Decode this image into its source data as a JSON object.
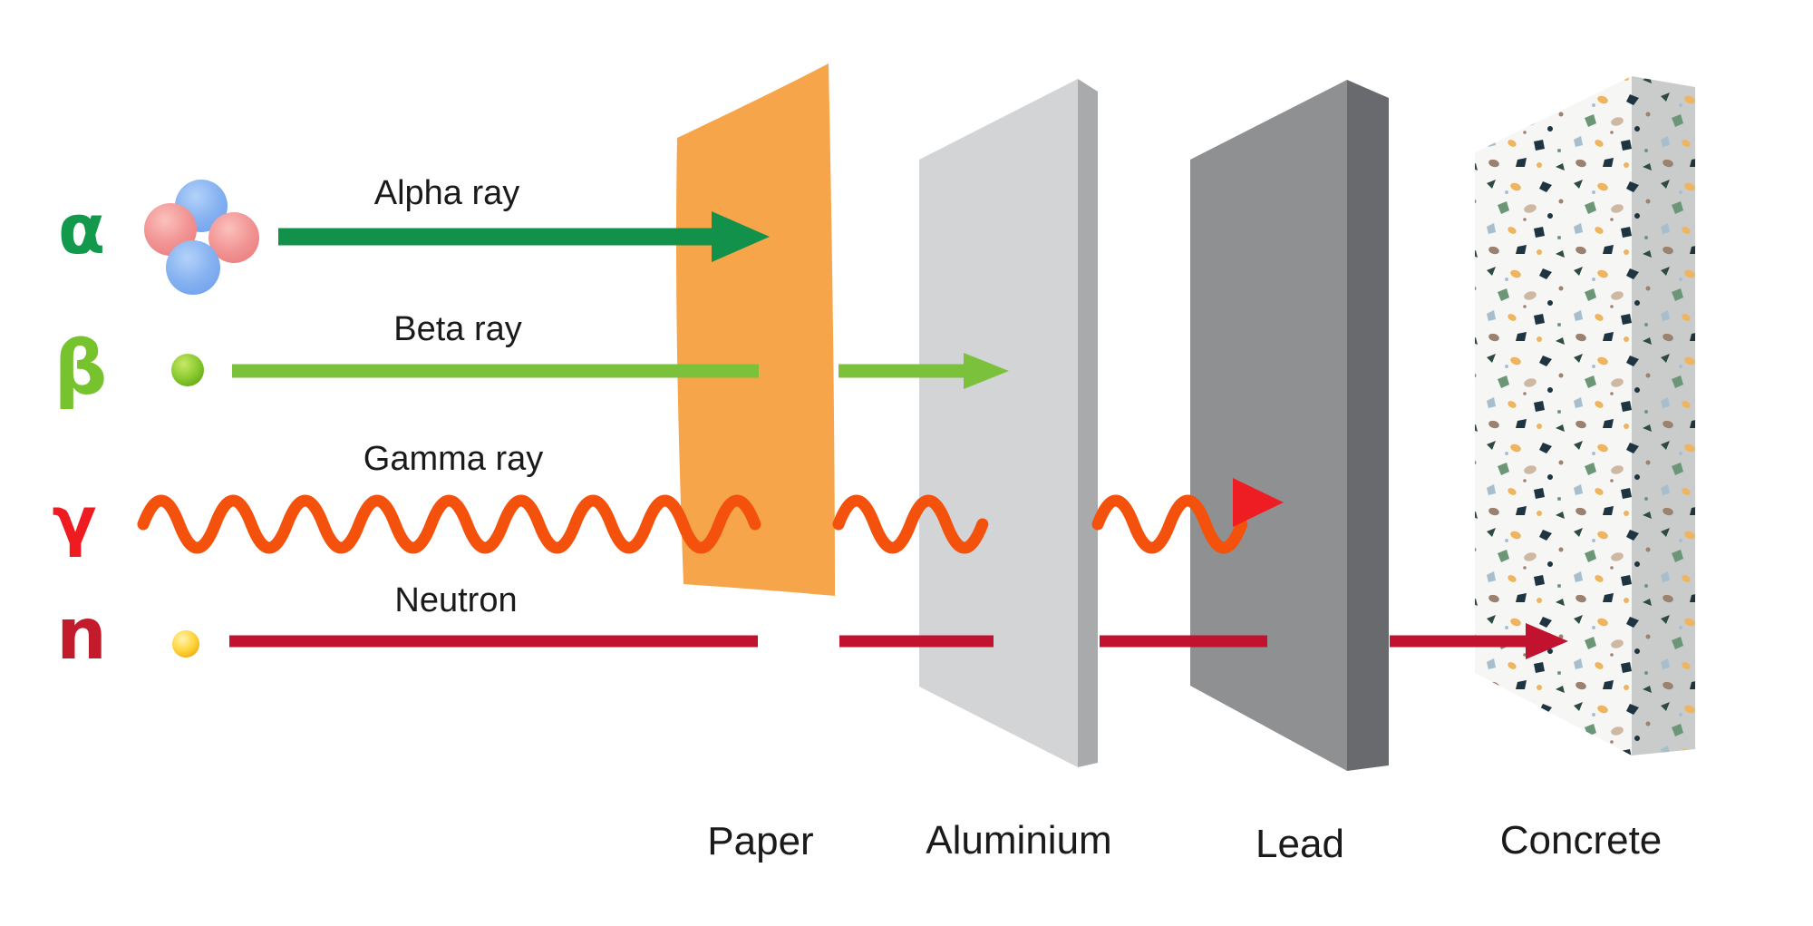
{
  "diagram": {
    "background": "#ffffff",
    "text_color": "#1a1a1a",
    "description_depicted": "Penetrating power of radiation types through shielding materials"
  },
  "rays": [
    {
      "symbol": "α",
      "symbol_color": "#12994C",
      "label": "Alpha ray",
      "color": "#12914B",
      "stopped_by": "Paper"
    },
    {
      "symbol": "β",
      "symbol_color": "#76C32E",
      "label": "Beta ray",
      "color": "#7CC13C",
      "stopped_by": "Aluminium"
    },
    {
      "symbol": "γ",
      "symbol_color": "#EE1B20",
      "label": "Gamma ray",
      "color": "#F4510C",
      "arrowhead_color": "#EE1D23",
      "stopped_by": "Lead"
    },
    {
      "symbol": "n",
      "symbol_color": "#C21B2B",
      "label": "Neutron",
      "color": "#C1122F",
      "stopped_by": "Concrete"
    }
  ],
  "materials": [
    {
      "label": "Paper",
      "color": "#F6A54A"
    },
    {
      "label": "Aluminium",
      "face_color": "#D3D4D6",
      "side_color": "#A9AAAC"
    },
    {
      "label": "Lead",
      "face_color": "#8F9092",
      "side_color": "#696A6D"
    },
    {
      "label": "Concrete",
      "face_color": "#F6F6F4",
      "side_color": "#C9CCCB",
      "speckle_colors": [
        "#1E3440",
        "#2E4A45",
        "#6B9778",
        "#EDB55F",
        "#CDB9A1",
        "#A9BECC",
        "#9A8170"
      ]
    }
  ],
  "particles": {
    "alpha_nucleus": {
      "proton_color": "#F09090",
      "neutron_color": "#83B1F1"
    },
    "beta_particle_color": "#8BCB31",
    "neutron_particle_color": "#FFD53D"
  }
}
